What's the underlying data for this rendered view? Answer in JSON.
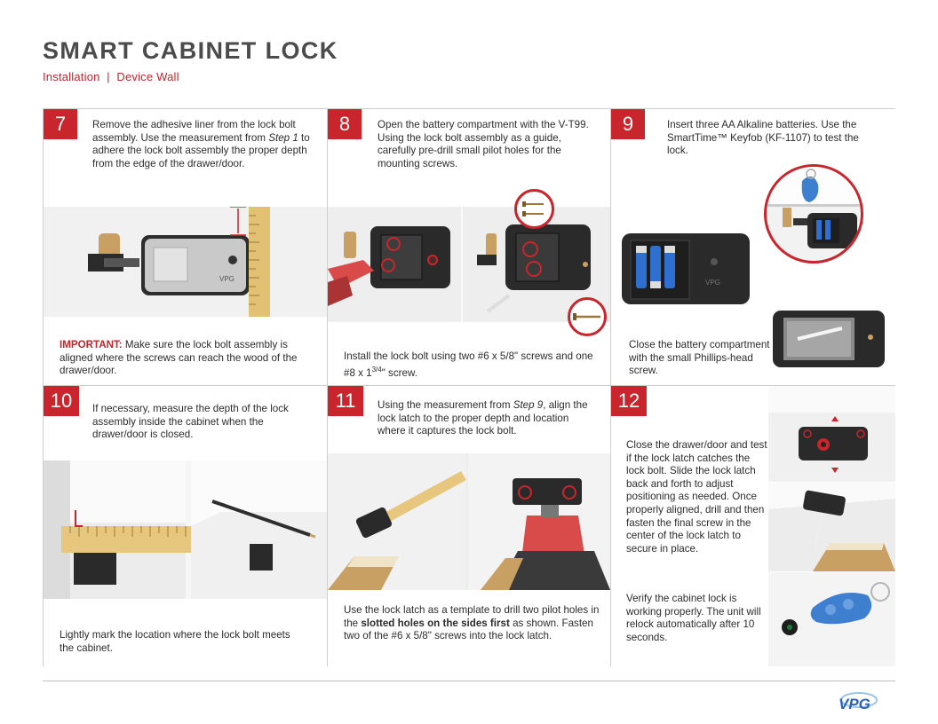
{
  "header": {
    "title": "SMART CABINET LOCK",
    "subtitle": "Installation  |  Device Wall"
  },
  "steps": {
    "s7": {
      "number": "7",
      "text_a": "Remove the adhesive liner from the lock bolt assembly. Use the measurement from ",
      "text_em": "Step 1",
      "text_b": " to adhere the lock bolt assembly the proper depth from the edge of the drawer/door.",
      "important_label": "IMPORTANT:",
      "important_text": " Make sure the lock bolt assembly is aligned where the screws can reach the wood of the drawer/door."
    },
    "s8": {
      "number": "8",
      "text": "Open the battery compartment with the V-T99. Using the lock bolt assembly as a guide, carefully pre-drill small pilot holes for the mounting screws.",
      "caption_a": "Install the lock bolt using two #6 x 5/8\" screws and one #8 x 1",
      "caption_frac": "3/4",
      "caption_b": "\" screw."
    },
    "s9": {
      "number": "9",
      "text": "Insert three AA Alkaline batteries. Use the SmartTime™ Keyfob (KF-1107) to test the lock.",
      "caption": "Close the battery compartment with the small Phillips-head screw."
    },
    "s10": {
      "number": "10",
      "text": "If necessary, measure the depth of the lock assembly inside the cabinet when the drawer/door is closed.",
      "caption": "Lightly mark the location where the lock bolt meets the cabinet."
    },
    "s11": {
      "number": "11",
      "text_a": "Using the measurement from ",
      "text_em": "Step 9",
      "text_b": ", align the lock latch to the proper depth and location where it captures the lock bolt.",
      "caption_a": "Use the lock latch as a template to drill two pilot holes in the ",
      "caption_bold": "slotted holes on the sides first",
      "caption_b": " as shown. Fasten two of the #6 x 5/8\" screws into the lock latch."
    },
    "s12": {
      "number": "12",
      "text": "Close the drawer/door and test if the lock latch catches the lock bolt. Slide the lock latch back and forth to adjust positioning as needed. Once properly aligned, drill and then fasten the final screw in the center of the lock latch to secure in place.",
      "text2": "Verify the cabinet lock is working properly. The unit will relock automatically after 10 seconds."
    }
  },
  "device_brand": "VPG",
  "footer": {
    "logo_text": "VPG"
  },
  "colors": {
    "accent": "#c8262c",
    "title": "#4b4b4b",
    "border": "#cfcfcf",
    "lock_body": "#2a2a2a",
    "ruler": "#e7c77d",
    "drill": "#d94a4a",
    "keyfob": "#3f7fcf"
  }
}
